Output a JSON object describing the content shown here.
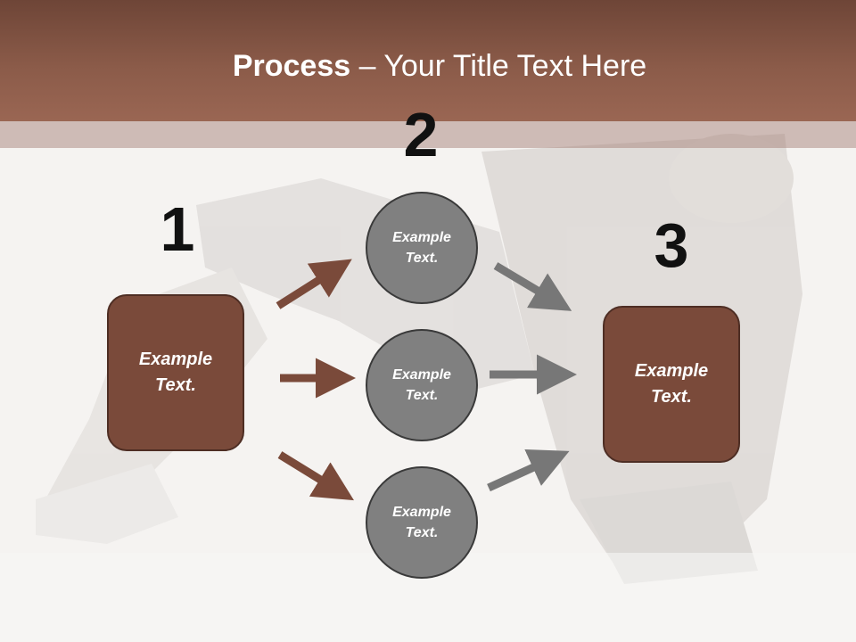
{
  "title": {
    "bold": "Process",
    "rest": " – Your Title Text Here"
  },
  "steps": [
    "1",
    "2",
    "3"
  ],
  "left_box": {
    "line1": "Example",
    "line2": "Text."
  },
  "right_box": {
    "line1": "Example",
    "line2": "Text."
  },
  "circles": [
    {
      "line1": "Example",
      "line2": "Text."
    },
    {
      "line1": "Example",
      "line2": "Text."
    },
    {
      "line1": "Example",
      "line2": "Text."
    }
  ],
  "colors": {
    "header": "#8b5b49",
    "box_fill": "#7a4a3a",
    "box_border": "#4e2e24",
    "circle_fill": "#808080",
    "arrow_brown": "#7a4a3a",
    "arrow_gray": "#777777"
  }
}
